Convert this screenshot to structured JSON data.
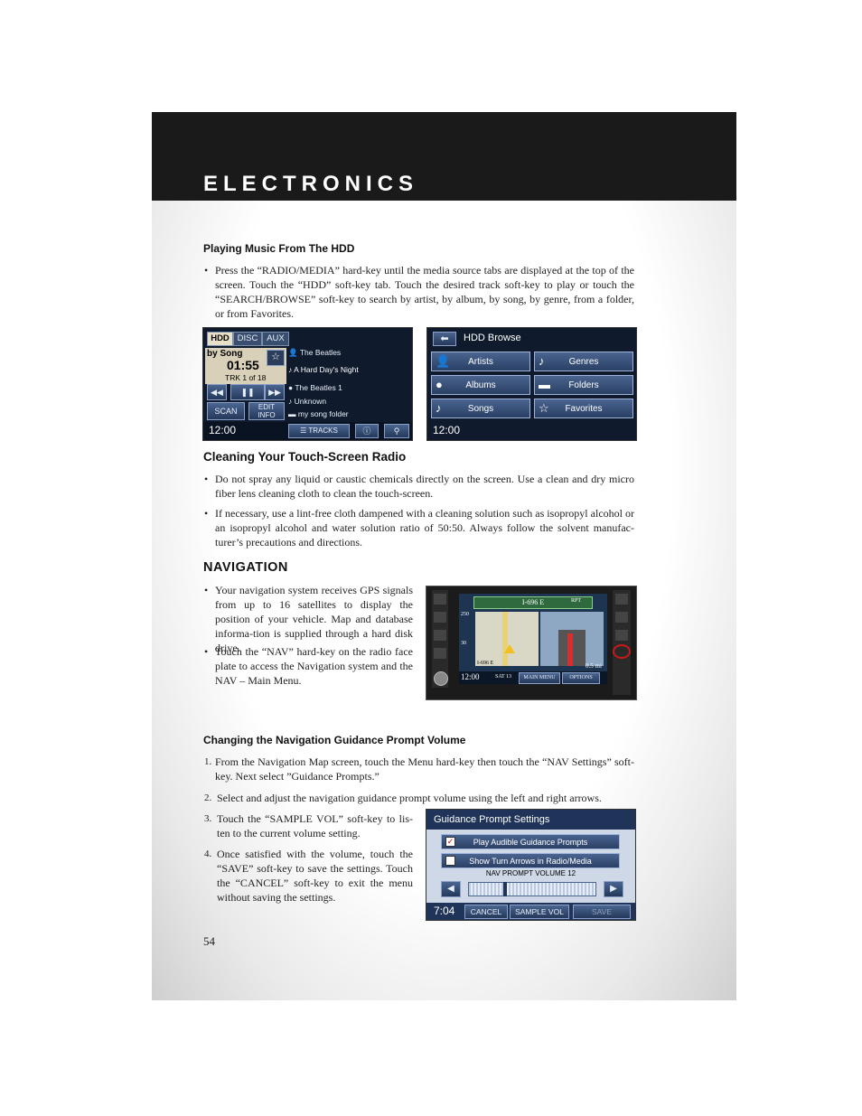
{
  "header": {
    "title": "ELECTRONICS"
  },
  "sections": {
    "hdd": {
      "heading": "Playing Music From The HDD",
      "bullet": "Press the “RADIO/MEDIA” hard-key until the media source tabs are displayed at the top of the screen. Touch the “HDD” soft-key tab. Touch the desired track soft-key to play or touch the “SEARCH/BROWSE” soft-key to search by artist, by album, by song, by genre, from a folder, or from Favorites."
    },
    "cleaning": {
      "heading": "Cleaning Your Touch-Screen Radio",
      "bullet1": "Do not spray any liquid or caustic chemicals directly on the screen. Use a clean and dry micro fiber lens cleaning cloth to clean the touch-screen.",
      "bullet2": "If necessary, use a lint-free cloth dampened with a cleaning solution such as isopropyl alcohol or an isopropyl alcohol and water solution ratio of 50:50. Always follow the solvent manufac-turer’s precautions and directions."
    },
    "navigation": {
      "heading": "NAVIGATION",
      "bullet1": "Your navigation system receives GPS signals from up to 16 satellites to display the position of your vehicle. Map and database informa-tion is supplied through a hard disk drive.",
      "bullet2": "Touch the “NAV” hard-key on the radio face plate to access the Navigation system and the NAV – Main Menu."
    },
    "volume": {
      "heading": "Changing the Navigation Guidance Prompt Volume",
      "steps": [
        {
          "num": "1.",
          "text": "From the Navigation Map screen, touch the Menu hard-key then touch the “NAV Settings” soft-key. Next select ”Guidance Prompts.”"
        },
        {
          "num": "2.",
          "text": "Select and adjust the navigation guidance prompt volume using the left and right arrows."
        },
        {
          "num": "3.",
          "text": "Touch the “SAMPLE VOL” soft-key to lis-ten to the current volume setting."
        },
        {
          "num": "4.",
          "text": "Once satisfied with the volume, touch the “SAVE” soft-key to save the settings. Touch the “CANCEL” soft-key to exit the menu without saving the settings."
        }
      ]
    }
  },
  "screen_hdd": {
    "tabs": [
      "HDD",
      "DISC",
      "AUX"
    ],
    "by_song": "by Song",
    "elapsed": "01:55",
    "track": "TRK 1 of 18",
    "tracks": [
      "The Beatles",
      "A Hard Day's Night",
      "The Beatles 1",
      "Unknown",
      "my song folder"
    ],
    "scan": "SCAN",
    "edit_info": "EDIT INFO",
    "time": "12:00",
    "tracks_btn": "TRACKS"
  },
  "screen_browse": {
    "title": "HDD Browse",
    "items": [
      "Artists",
      "Genres",
      "Albums",
      "Folders",
      "Songs",
      "Favorites"
    ],
    "time": "12:00"
  },
  "screen_nav": {
    "road": "I-696 E",
    "rpt": "RPT",
    "road_small": "I-696 E",
    "distance": "0.5",
    "dist_unit": "mi",
    "time": "12:00",
    "sat": "SAT 13",
    "main_menu": "MAIN MENU",
    "options": "OPTIONS",
    "scale1": "250",
    "scale2": "30"
  },
  "screen_guidance": {
    "title": "Guidance Prompt Settings",
    "option1": "Play Audible Guidance Prompts",
    "option2": "Show Turn Arrows in Radio/Media",
    "volume_label": "NAV PROMPT VOLUME 12",
    "time": "7:04",
    "cancel": "CANCEL",
    "sample": "SAMPLE VOL",
    "save": "SAVE"
  },
  "page_number": "54"
}
